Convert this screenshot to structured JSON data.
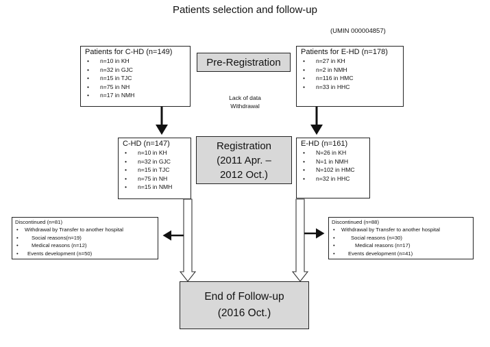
{
  "title": "Patients selection and follow-up",
  "umin": "(UMIN 000004857)",
  "pre_registration": "Pre-Registration",
  "middle_note": [
    "Lack of data",
    "Withdrawal"
  ],
  "registration": [
    "Registration",
    "(2011 Apr. –",
    "2012 Oct.)"
  ],
  "end": [
    "End of Follow-up",
    "(2016 Oct.)"
  ],
  "c_pre": {
    "heading": "Patients for C-HD (n=149)",
    "items": [
      "n=10 in KH",
      "n=32 in GJC",
      "n=15 in TJC",
      "n=75 in NH",
      "n=17 in NMH"
    ]
  },
  "e_pre": {
    "heading": "Patients for E-HD (n=178)",
    "items": [
      "n=27 in KH",
      "n=2 in NMH",
      "n=116 in HMC",
      "n=33 in HHC"
    ]
  },
  "c_reg": {
    "heading": "C-HD (n=147)",
    "items": [
      "n=10 in KH",
      "n=32 in GJC",
      "n=15 in TJC",
      "n=75 in NH",
      "n=15 in NMH"
    ]
  },
  "e_reg": {
    "heading": "E-HD (n=161)",
    "items": [
      "N=26 in KH",
      "N=1 in NMH",
      "N=102 in HMC",
      "n=32 in HHC"
    ]
  },
  "c_disc": {
    "heading": "Discontinued (n=81)",
    "items": [
      "Withdrawal by Transfer to another hospital",
      "Social reasons(n=19)",
      "Medical reasons (n=12)",
      "Events development (n=50)"
    ]
  },
  "e_disc": {
    "heading": "Discontinued (n=88)",
    "items": [
      "Withdrawal by Transfer to another hospital",
      "Social reasons (n=30)",
      "Medical reasons (n=17)",
      "Events development (n=41)"
    ]
  }
}
